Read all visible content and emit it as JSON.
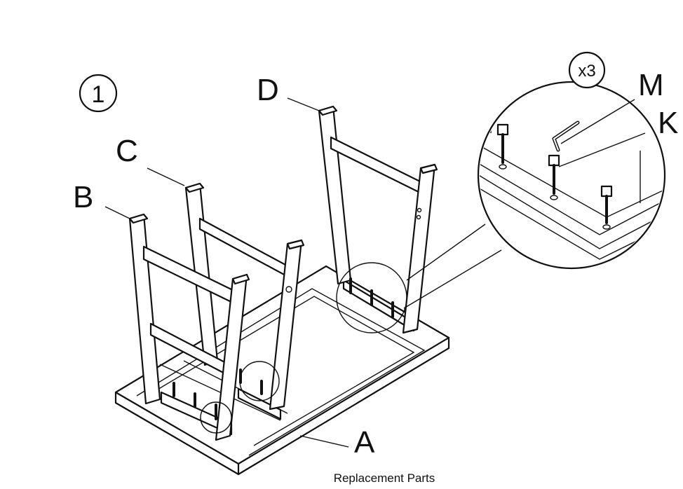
{
  "step": {
    "number": "1"
  },
  "parts": {
    "A": "A",
    "B": "B",
    "C": "C",
    "D": "D",
    "K": "K",
    "M": "M"
  },
  "detail": {
    "multiplier": "x3"
  },
  "caption": "Replacement Parts"
}
